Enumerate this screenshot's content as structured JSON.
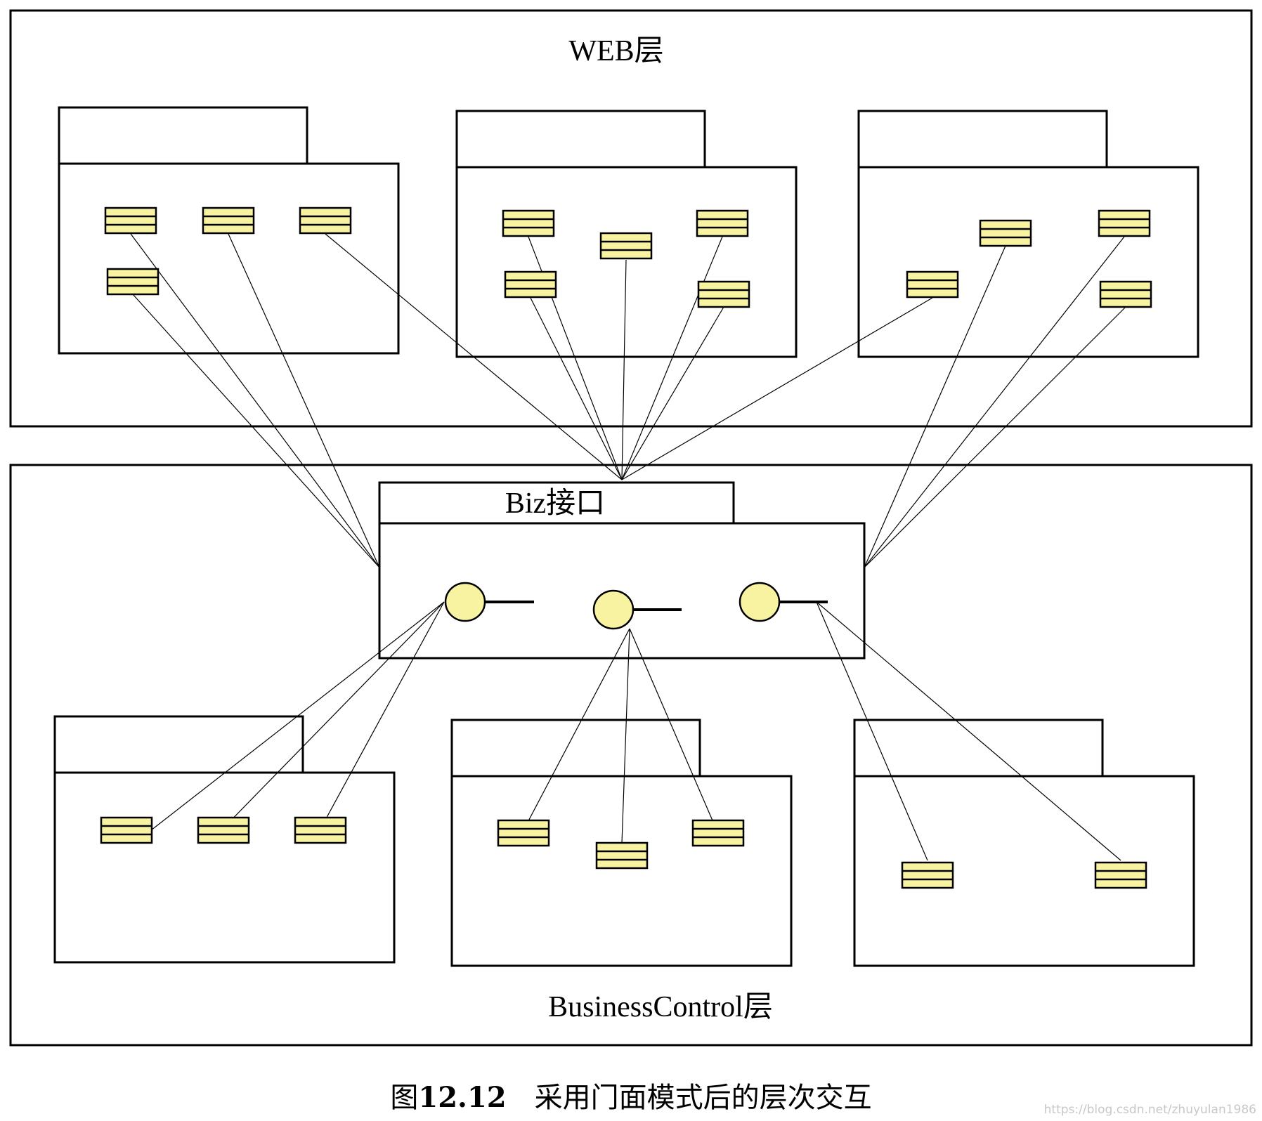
{
  "layers": {
    "web_label": "WEB层",
    "biz_label": "Biz接口",
    "business_label": "BusinessControl层"
  },
  "caption": {
    "prefix": "图",
    "number": "12.12",
    "text": "采用门面模式后的层次交互"
  },
  "watermark": "https://blog.csdn.net/zhuyulan1986",
  "colors": {
    "class_fill": "#f7f3a1",
    "interface_fill": "#f7f3a1",
    "stroke": "#000000"
  }
}
